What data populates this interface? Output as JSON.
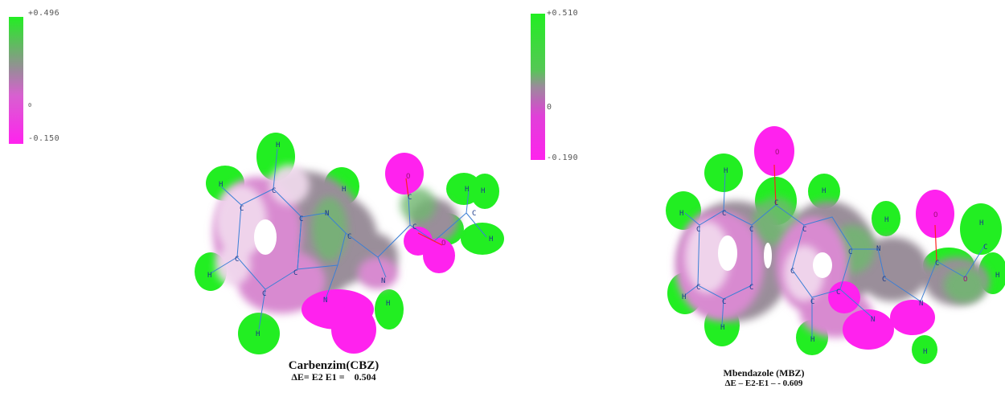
{
  "colors": {
    "positive": "#22ee22",
    "neutral": "#9b8a9b",
    "negative": "#ff22ee",
    "light": "#f2dcef",
    "bond": "#3b7fd6"
  },
  "colorbar_left": {
    "max_label": "+0.496",
    "mid_label": "0",
    "min_label": "-0.150"
  },
  "colorbar_right": {
    "max_label": "+0.510",
    "mid_label": "0",
    "min_label": "-0.190"
  },
  "molecule_cbz": {
    "name": "Carbenzim(CBZ)",
    "energy": "ΔE= E2 E1 =    0.504"
  },
  "molecule_mbz": {
    "name": "Mbendazole (MBZ)",
    "energy": "ΔE – E2-E1 – - 0.609"
  },
  "atom_labels": {
    "h": "H",
    "c": "C",
    "n": "N",
    "o": "O"
  }
}
